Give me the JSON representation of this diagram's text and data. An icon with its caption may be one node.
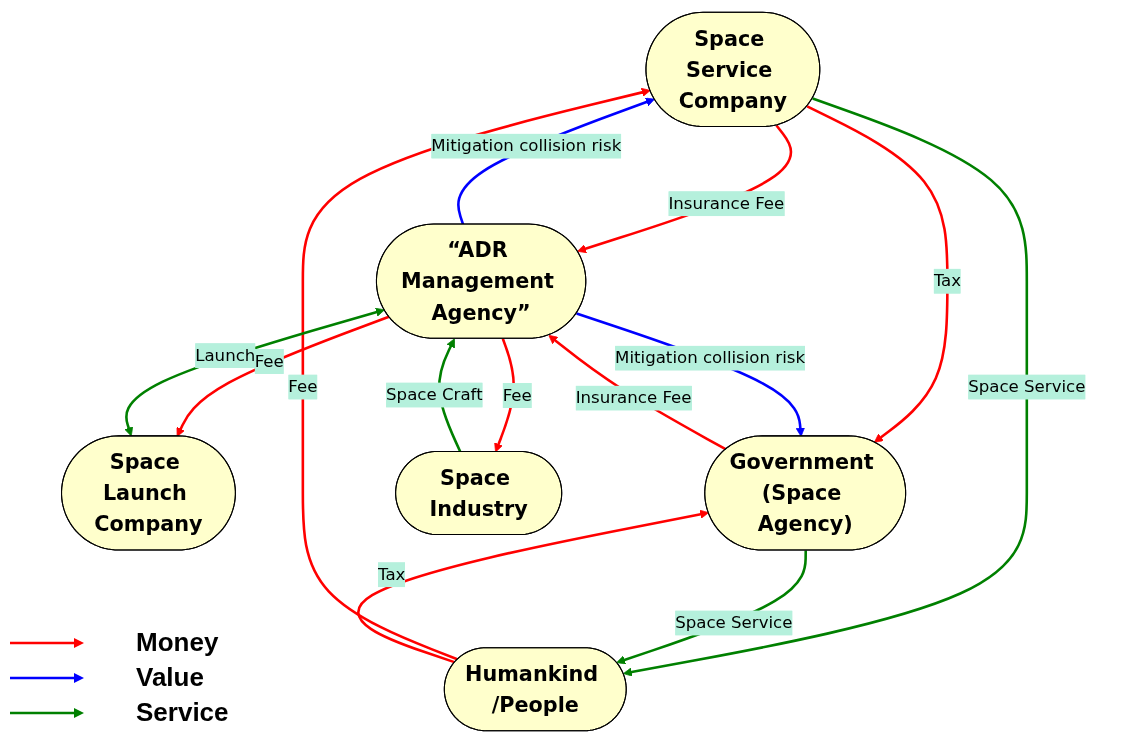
{
  "diagram": {
    "nodes": [
      {
        "text": [
          "Space Service Company"
        ]
      },
      {
        "text": [
          "“ADR Management Agency”"
        ]
      },
      {
        "text": [
          "Space Launch Company"
        ]
      },
      {
        "text": [
          "Government (Space Agency)"
        ]
      },
      {
        "text": [
          "Humankind /People"
        ]
      },
      {
        "text": [
          "Space Industry"
        ]
      }
    ],
    "edges": [
      {
        "from": 0,
        "to": 1,
        "arrow": "to",
        "label": "Insurance Fee"
      },
      {
        "from": 1,
        "to": 0,
        "arrow": "to",
        "label": "Mitigation collision risk",
        "color": "#0000ff"
      },
      {
        "from": 4,
        "to": 0,
        "arrow": "to",
        "label": "Fee"
      },
      {
        "from": 0,
        "to": 3,
        "arrow": "to",
        "label": "Tax"
      },
      {
        "from": 3,
        "to": 1,
        "arrow": "to",
        "label": "Insurance Fee"
      },
      {
        "from": 1,
        "to": 3,
        "arrow": "to",
        "label": "Mitigation collision risk",
        "color": "#0000ff"
      },
      {
        "from": 0,
        "to": 4,
        "arrow": "to",
        "label": "Space Service",
        "color": "#008000"
      },
      {
        "from": 3,
        "to": 4,
        "arrow": "to",
        "label": "Space Service",
        "color": "#008000"
      },
      {
        "from": 4,
        "to": 3,
        "arrow": "to",
        "label": "Tax"
      },
      {
        "from": 1,
        "to": 2,
        "arrow": "to",
        "label": "Fee"
      },
      {
        "from": 2,
        "to": 1,
        "arrow": "both",
        "label": "Launch",
        "color": "#008000"
      },
      {
        "from": 1,
        "to": 5,
        "arrow": "to",
        "label": "Fee"
      },
      {
        "from": 5,
        "to": 1,
        "arrow": "to",
        "label": "Space Craft",
        "color": "#008000"
      }
    ],
    "legend": [
      {
        "text": "Money"
      },
      {
        "text": "Value"
      },
      {
        "text": "Service"
      }
    ]
  }
}
